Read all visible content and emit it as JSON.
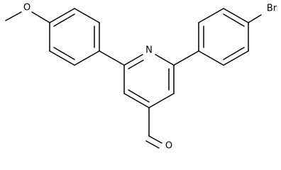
{
  "molecule": {
    "atoms": {
      "oxygen_methoxy": "O",
      "nitrogen": "N",
      "bromine": "Br",
      "oxygen_aldehyde": "O"
    }
  }
}
